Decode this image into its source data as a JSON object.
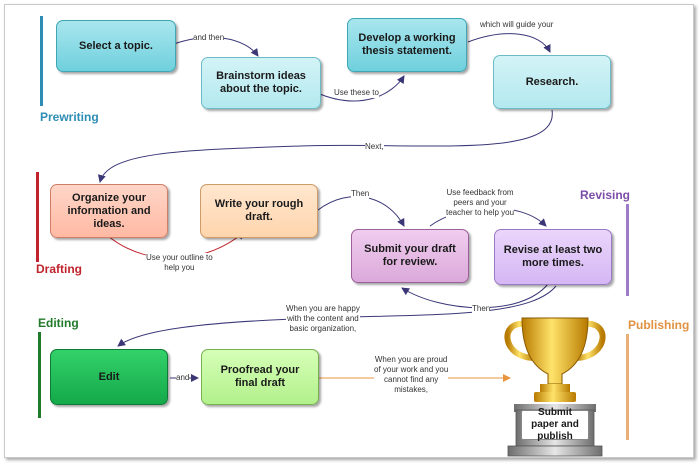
{
  "sections": {
    "prewriting": {
      "label": "Prewriting",
      "color": "#2e8db5"
    },
    "drafting": {
      "label": "Drafting",
      "color": "#c0232c"
    },
    "revising": {
      "label": "Revising",
      "color": "#7b4ea7"
    },
    "editing": {
      "label": "Editing",
      "color": "#1f7a2a"
    },
    "publishing": {
      "label": "Publishing",
      "color": "#e09142"
    }
  },
  "nodes": {
    "select_topic": "Select a topic.",
    "brainstorm": "Brainstorm ideas about the topic.",
    "thesis": "Develop a working thesis statement.",
    "research": "Research.",
    "organize": "Organize your information and ideas.",
    "rough_draft": "Write your rough draft.",
    "submit_review": "Submit your draft for review.",
    "revise": "Revise at least two more times.",
    "edit": "Edit",
    "proofread": "Proofread your final draft",
    "publish": "Submit paper and publish"
  },
  "edge_labels": {
    "and_then": "and then",
    "use_these_to": "Use these to",
    "which_guide": "which will guide your",
    "next": "Next,",
    "outline_1": "Use your outline to",
    "outline_2": "help you",
    "then_1": "Then",
    "feedback_1": "Use feedback from",
    "feedback_2": "peers and your",
    "feedback_3": "teacher to help you",
    "then_2": "Then",
    "happy_1": "When you are happy",
    "happy_2": "with the content and",
    "happy_3": "basic organization,",
    "and": "and",
    "proud_1": "When you are proud",
    "proud_2": "of your work and you",
    "proud_3": "cannot find any",
    "proud_4": "mistakes,"
  },
  "colors": {
    "edge": "#3b3777",
    "orange_edge": "#e8953f"
  },
  "icons": [
    "trophy-icon"
  ]
}
